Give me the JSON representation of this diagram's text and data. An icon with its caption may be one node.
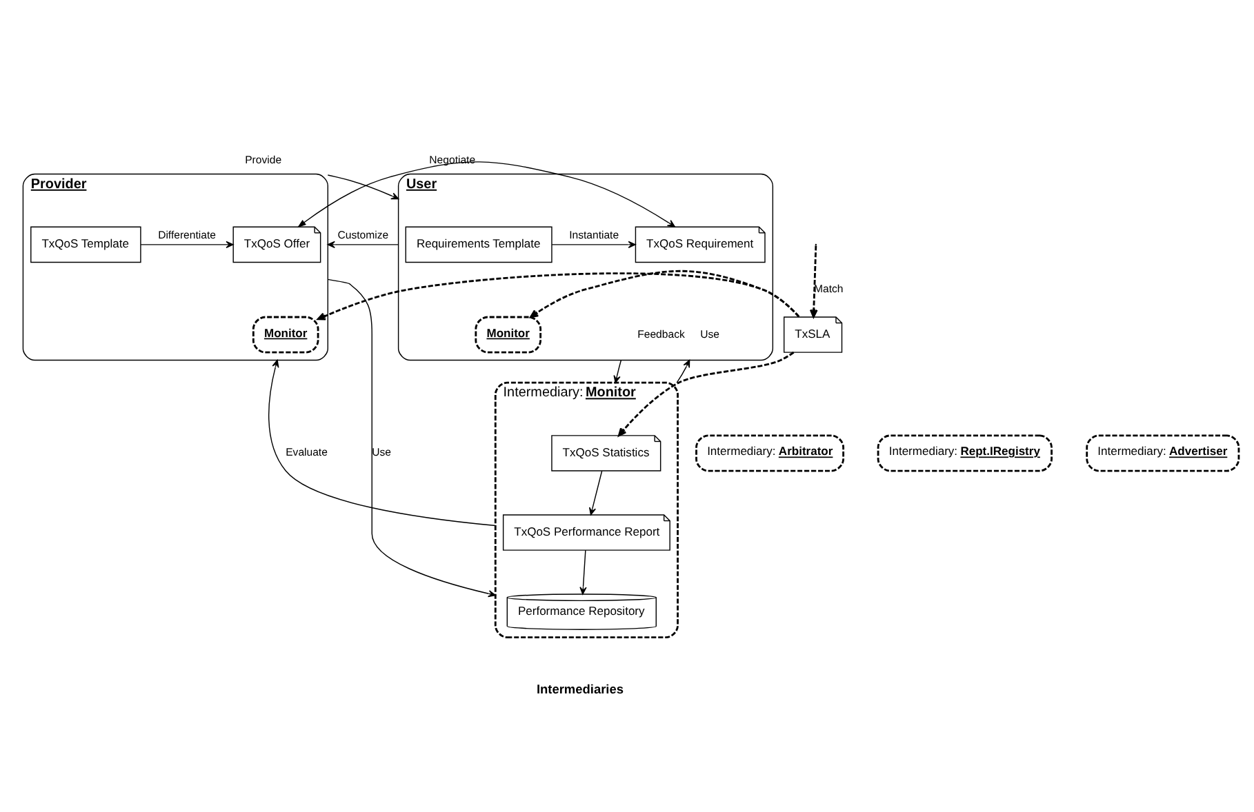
{
  "diagram": {
    "nodes": [
      {
        "text": [
          "Provider"
        ]
      },
      {
        "text": [
          "TxQoS Template"
        ],
        "in": 0
      },
      {
        "text": [
          "TxQoS Offer"
        ],
        "in": 0
      },
      {
        "text": [
          "Monitor"
        ],
        "in": 0
      },
      {
        "text": [
          "User"
        ]
      },
      {
        "text": [
          "TxQoS Requirement"
        ],
        "in": 4
      },
      {
        "text": [
          "Requirements Template"
        ],
        "in": 4
      },
      {
        "text": [
          "Monitor"
        ],
        "in": 4
      },
      {
        "text": [
          "TxSLA"
        ]
      },
      {
        "text": [
          "Intermediary: **Arbitrator**"
        ]
      },
      {
        "text": [
          "Intermediary: **Rept.IRegistry**"
        ]
      },
      {
        "text": [
          "Intermediary: **Advertiser**"
        ]
      },
      {
        "text": [
          "Intermediary: **Monitor**"
        ]
      },
      {
        "text": [
          "TxQoS Statistics"
        ],
        "in": 12
      },
      {
        "text": [
          "TxQoS Performance Report"
        ],
        "in": 12
      },
      {
        "text": [
          "Performance Repository"
        ],
        "in": 12
      }
    ],
    "edges": [
      {
        "from": 0,
        "to": 4,
        "arrow": "to",
        "label": "Provide"
      },
      {
        "from": 4,
        "to": 0,
        "arrow": "to",
        "label": "Customize"
      },
      {
        "from": 1,
        "to": 2,
        "arrow": "to",
        "label": "Differentiate"
      },
      {
        "from": 2,
        "to": 5,
        "arrow": "both",
        "label": "Negotiate"
      },
      {
        "from": 6,
        "to": 5,
        "arrow": "to",
        "label": "Instantiate"
      },
      {
        "from": null,
        "to": 8,
        "arrow": "to",
        "label": "Match",
        "style": "dashed"
      },
      {
        "from": 8,
        "to": 3,
        "arrow": "to",
        "style": "dashed"
      },
      {
        "from": 8,
        "to": 7,
        "arrow": "to",
        "style": "dashed"
      },
      {
        "from": 8,
        "to": 13,
        "arrow": "to",
        "style": "dashed"
      },
      {
        "from": 13,
        "to": 14,
        "arrow": "to"
      },
      {
        "from": 14,
        "to": 15,
        "arrow": "to"
      },
      {
        "from": 0,
        "to": 12,
        "arrow": "to",
        "label": "Use"
      },
      {
        "from": 12,
        "to": 0,
        "arrow": "to",
        "label": "Evaluate"
      },
      {
        "from": 4,
        "to": 12,
        "arrow": "to",
        "label": "Feedback"
      },
      {
        "from": 12,
        "to": 4,
        "arrow": "to",
        "label": "Use"
      }
    ],
    "labels": [
      "Intermediaries"
    ]
  }
}
